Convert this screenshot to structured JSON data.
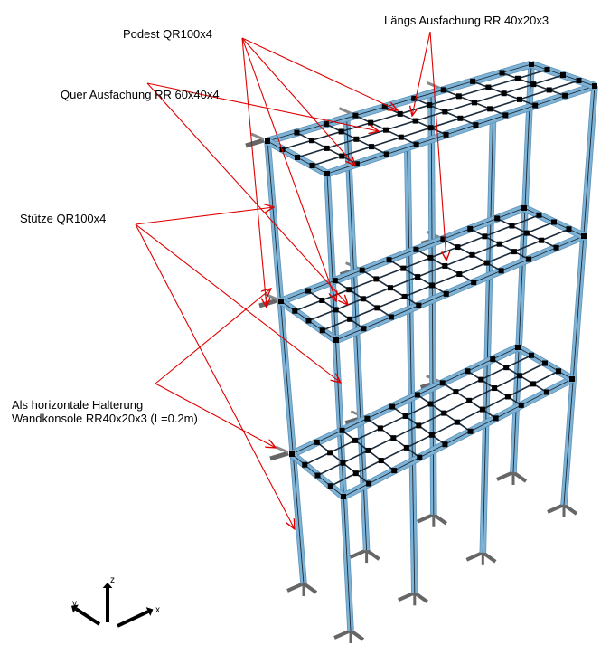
{
  "labels": {
    "podest": "Podest QR100x4",
    "laengs": "Längs Ausfachung RR 40x20x3",
    "quer": "Quer Ausfachung RR 60x40x4",
    "stuetze": "Stütze QR100x4",
    "halterung_line1": "Als horizontale Halterung",
    "halterung_line2": "Wandkonsole RR40x20x3 (L=0.2m)"
  },
  "axes": {
    "x": "x",
    "y": "y",
    "z": "z"
  },
  "model": {
    "levels": 3,
    "columns_per_row": 4,
    "longitudinal_infill_lines": 3,
    "transverse_infill_lines": 8,
    "wall_consoles_per_level": 3
  },
  "colors": {
    "member_fill": "#7fb3d5",
    "member_edge": "#5b8fb5",
    "member_axis": "#1a2a3a",
    "node": "#000000",
    "support": "#666666",
    "annotation": "#e00000"
  }
}
